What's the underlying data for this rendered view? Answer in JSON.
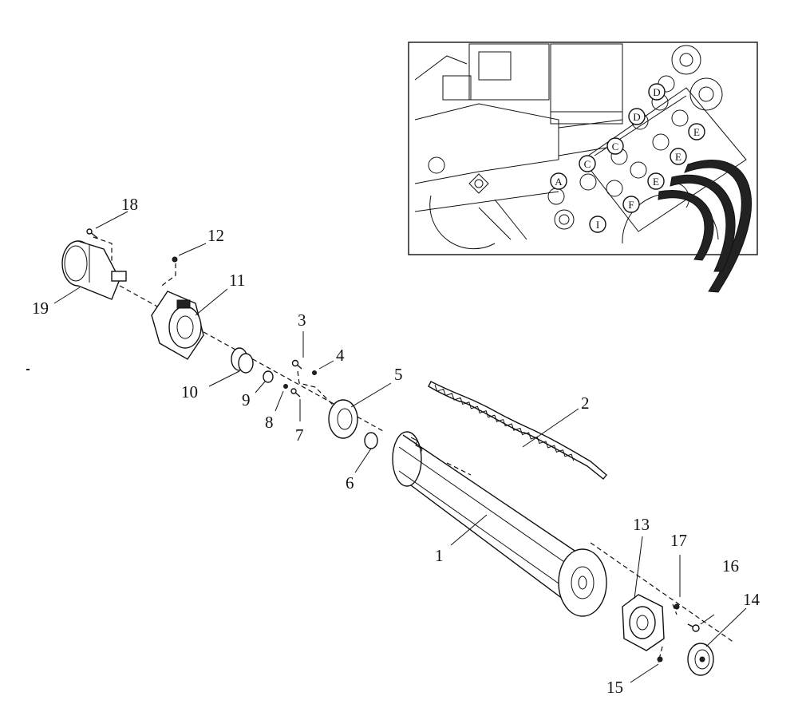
{
  "callouts": [
    "1",
    "2",
    "3",
    "4",
    "5",
    "6",
    "7",
    "8",
    "9",
    "10",
    "11",
    "12",
    "13",
    "14",
    "15",
    "16",
    "17",
    "18",
    "19"
  ],
  "inset_letters": [
    "A",
    "C",
    "C",
    "D",
    "D",
    "E",
    "E",
    "E",
    "F",
    "I"
  ]
}
